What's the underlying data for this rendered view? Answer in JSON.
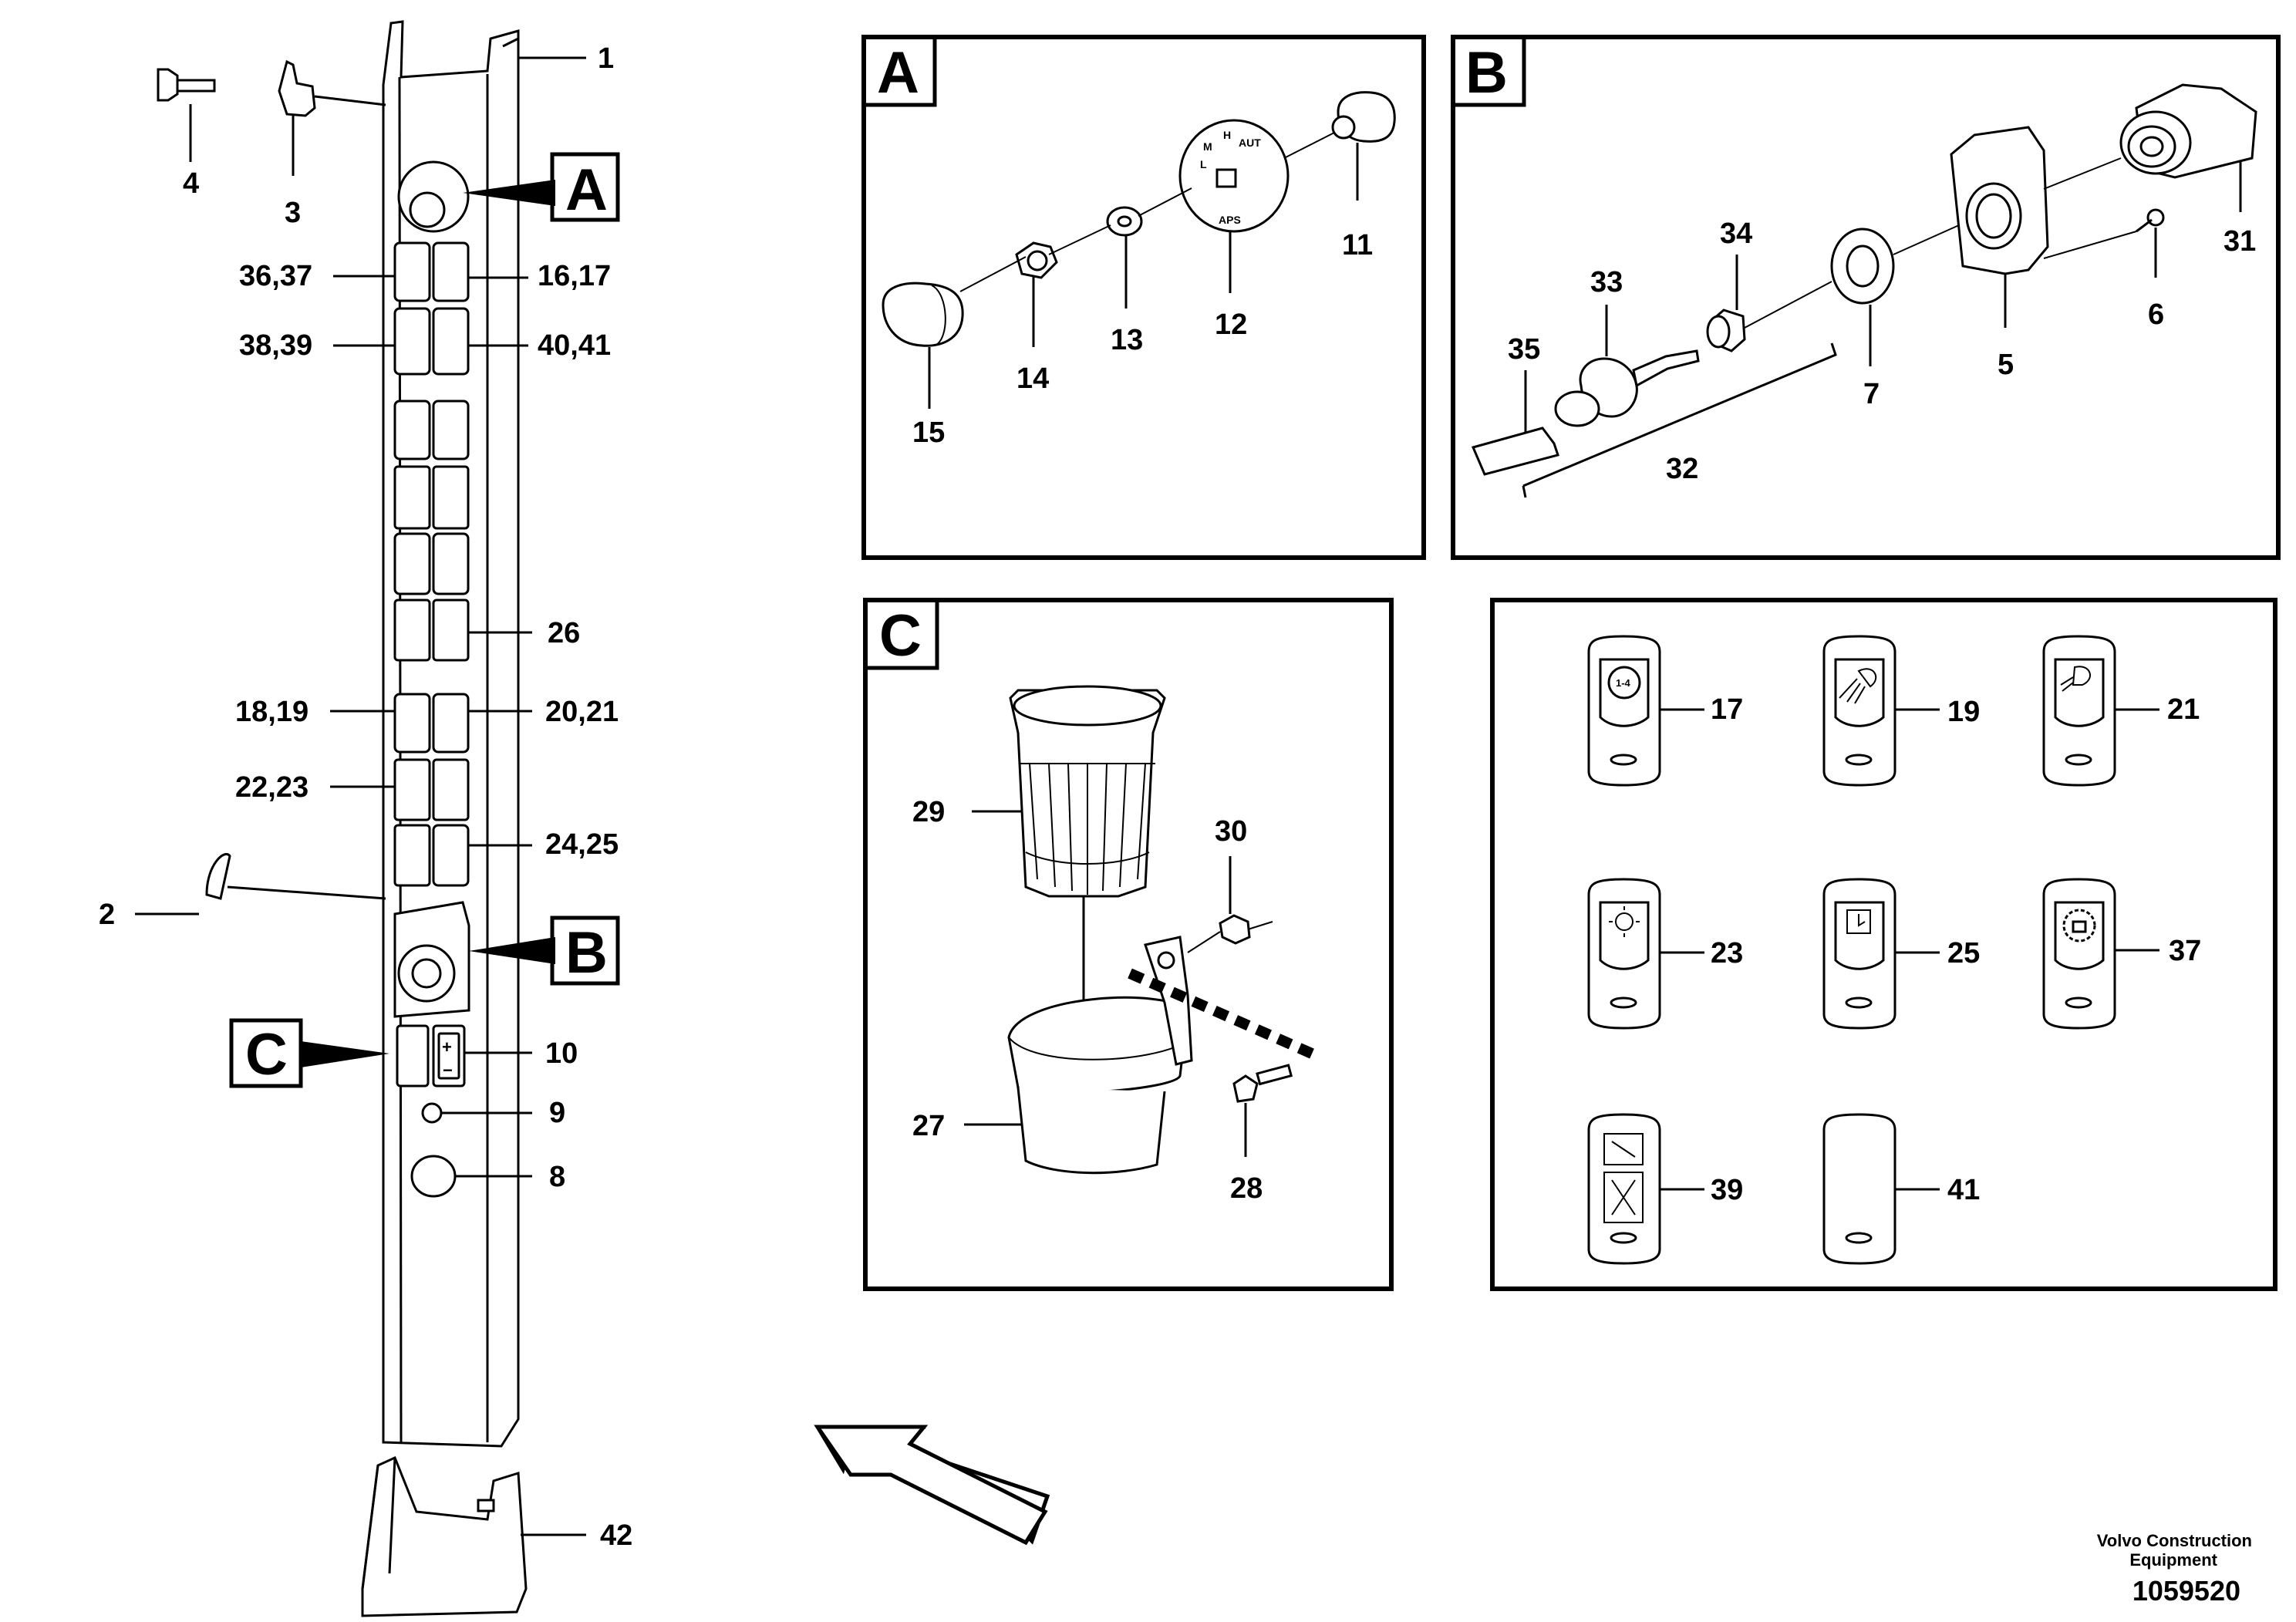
{
  "callouts": {
    "c1": "1",
    "c2": "2",
    "c3": "3",
    "c4": "4",
    "c3637": "36,37",
    "c1617": "16,17",
    "c3839": "38,39",
    "c4041": "40,41",
    "c26": "26",
    "c1819": "18,19",
    "c2021": "20,21",
    "c2223": "22,23",
    "c2425": "24,25",
    "c10": "10",
    "c9": "9",
    "c8": "8",
    "c42": "42"
  },
  "detail_tags": {
    "A": "A",
    "B": "B",
    "C": "C"
  },
  "panel_a": {
    "letter": "A",
    "c11": "11",
    "c12": "12",
    "c13": "13",
    "c14": "14",
    "c15": "15",
    "dial_m": "M",
    "dial_h": "H",
    "dial_aut": "AUT",
    "dial_l": "L",
    "dial_aps": "APS"
  },
  "panel_b": {
    "letter": "B",
    "c31": "31",
    "c34": "34",
    "c33": "33",
    "c35": "35",
    "c32": "32",
    "c7": "7",
    "c5": "5",
    "c6": "6"
  },
  "panel_c": {
    "letter": "C",
    "c29": "29",
    "c30": "30",
    "c27": "27",
    "c28": "28"
  },
  "switch_panel": {
    "c17": "17",
    "c19": "19",
    "c21": "21",
    "c23": "23",
    "c25": "25",
    "c37": "37",
    "c39": "39",
    "c41": "41",
    "icon_17_text": "1-4"
  },
  "footer": {
    "company_line1": "Volvo Construction",
    "company_line2": "Equipment",
    "drawing_number": "1059520"
  }
}
